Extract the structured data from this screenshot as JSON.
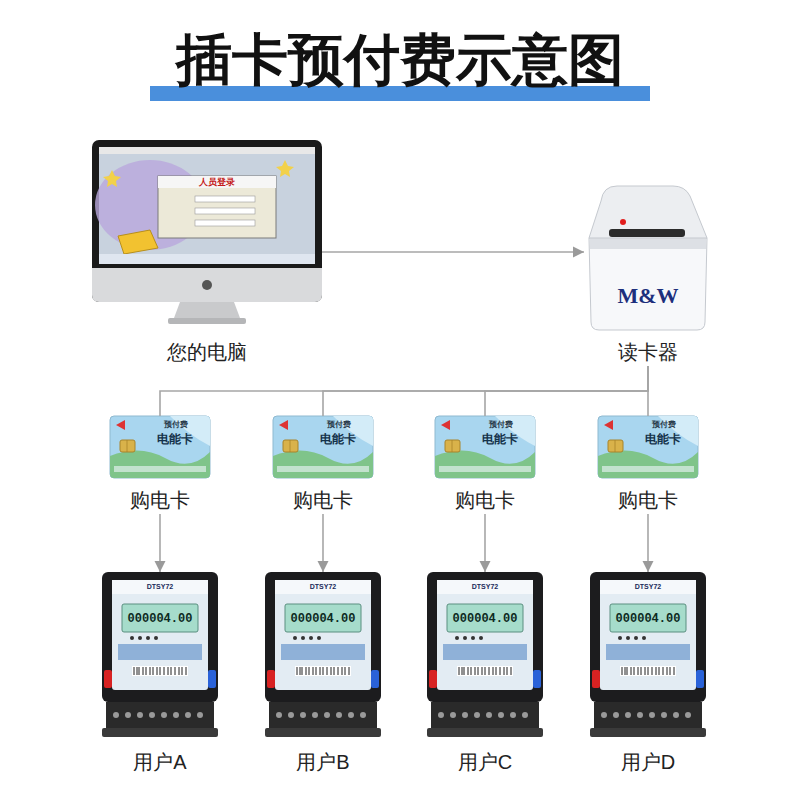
{
  "diagram": {
    "title": "插卡预付费示意图",
    "nodes": [
      {
        "text": [
          "人员登录",
          "您的电脑"
        ]
      },
      {
        "text": [
          "M&W",
          "读卡器"
        ]
      },
      {
        "text": [
          "预付费",
          "电能卡",
          "购电卡"
        ]
      },
      {
        "text": [
          "预付费",
          "电能卡",
          "购电卡"
        ]
      },
      {
        "text": [
          "预付费",
          "电能卡",
          "购电卡"
        ]
      },
      {
        "text": [
          "预付费",
          "电能卡",
          "购电卡"
        ]
      },
      {
        "text": [
          "DTSY72",
          "000004.00",
          "用户A"
        ]
      },
      {
        "text": [
          "DTSY72",
          "000004.00",
          "用户B"
        ]
      },
      {
        "text": [
          "DTSY72",
          "000004.00",
          "用户C"
        ]
      },
      {
        "text": [
          "DTSY72",
          "000004.00",
          "用户D"
        ]
      }
    ],
    "edges": [
      {
        "from": 0,
        "to": 1,
        "arrow": "to"
      },
      {
        "from": 1,
        "to": 2,
        "arrow": "none"
      },
      {
        "from": 1,
        "to": 3,
        "arrow": "none"
      },
      {
        "from": 1,
        "to": 4,
        "arrow": "none"
      },
      {
        "from": 1,
        "to": 5,
        "arrow": "none"
      },
      {
        "from": 2,
        "to": 6,
        "arrow": "to"
      },
      {
        "from": 3,
        "to": 7,
        "arrow": "to"
      },
      {
        "from": 4,
        "to": 8,
        "arrow": "to"
      },
      {
        "from": 5,
        "to": 9,
        "arrow": "to"
      }
    ]
  }
}
